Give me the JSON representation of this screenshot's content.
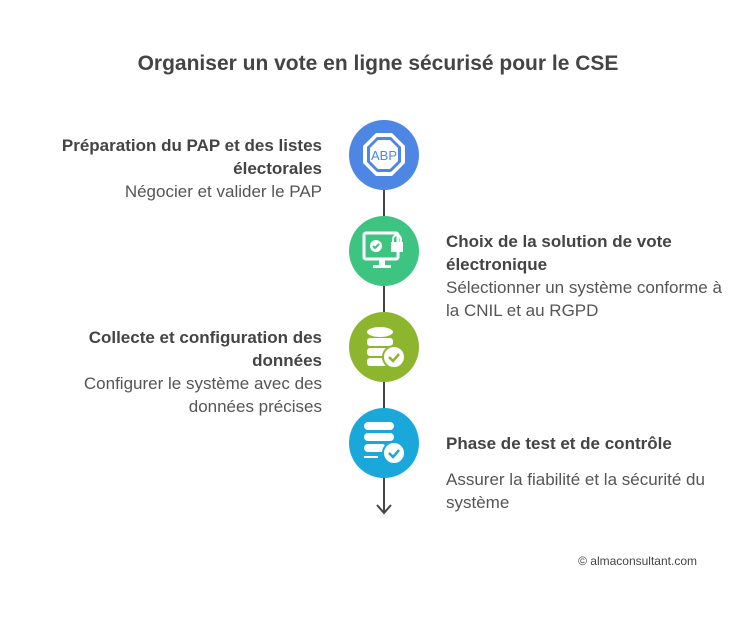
{
  "title": "Organiser un vote en ligne sécurisé pour le CSE",
  "steps": [
    {
      "heading": "Préparation du PAP et des listes électorales",
      "desc": "Négocier et valider le PAP",
      "icon": "abp-stop-sign-icon",
      "color": "#4E86E4",
      "icon_text": "ABP"
    },
    {
      "heading": "Choix de la solution de vote électronique",
      "desc": "Sélectionner un système conforme à la CNIL et au RGPD",
      "icon": "secure-monitor-icon",
      "color": "#3CC480"
    },
    {
      "heading": "Collecte et configuration des données",
      "desc": "Configurer le système avec des données précises",
      "icon": "database-check-icon",
      "color": "#8DB62E"
    },
    {
      "heading": "Phase de test et de contrôle",
      "desc": "Assurer la fiabilité et la sécurité du système",
      "icon": "server-check-icon",
      "color": "#1AA8DB"
    }
  ],
  "credit": "© almaconsultant.com"
}
